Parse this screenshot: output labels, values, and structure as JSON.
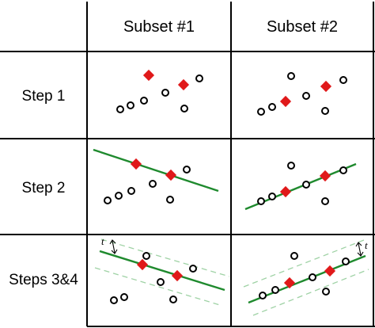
{
  "headers": {
    "col1": "Subset #1",
    "col2": "Subset #2"
  },
  "rows": {
    "step1": "Step 1",
    "step2": "Step 2",
    "step34": "Steps 3&4"
  },
  "threshold_symbol": "t",
  "colors": {
    "selected_points": "#e0191a",
    "fit_line": "#1f8a2e",
    "threshold_band": "#9fd2a5",
    "data_points": "#000000"
  }
}
